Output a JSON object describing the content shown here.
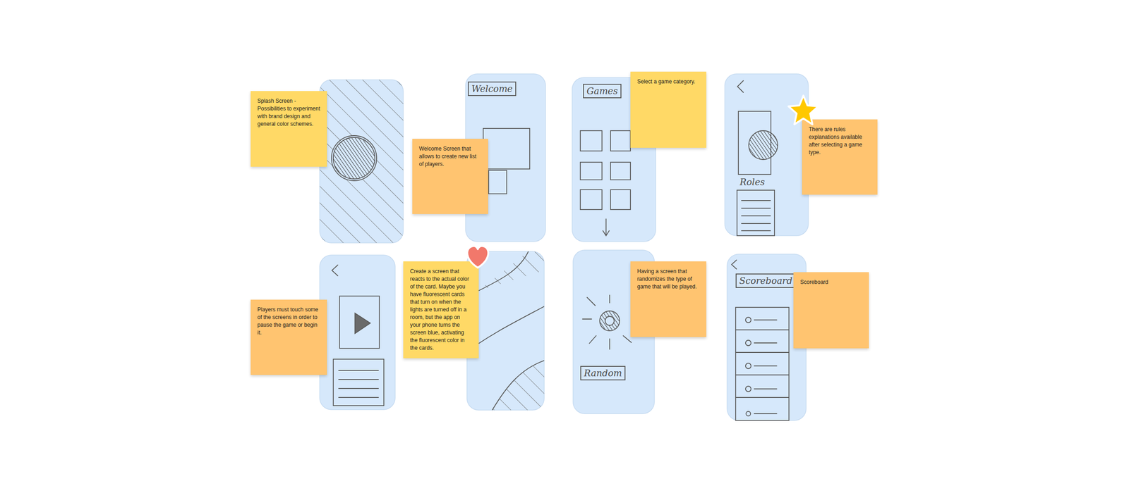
{
  "diagram": {
    "nodes": [
      {
        "text": [
          "Splash Screen - Possibilities to experiment with brand design and general color schemes."
        ]
      },
      {
        "text": [
          "Welcome"
        ]
      },
      {
        "text": [
          "Welcome Screen that allows to create new list of players."
        ]
      },
      {
        "text": [
          "Games"
        ]
      },
      {
        "text": [
          "Select a game category."
        ]
      },
      {
        "text": [
          "There are rules explanations available after selecting a game type."
        ]
      },
      {
        "text": [
          "Players must touch some of the screens in order to pause the game or begin it."
        ]
      },
      {
        "text": [
          "Create a screen that reacts to the actual color of the card. Maybe you have fluorescent cards that turn on when the lights are turned off in a room, but the app on your phone turns the screen blue, activating the fluorescent color in the cards."
        ]
      },
      {
        "text": [
          "Having a screen that randomizes the type of game that will be played."
        ]
      },
      {
        "text": [
          "Random"
        ]
      },
      {
        "text": [
          "Scoreboard"
        ]
      },
      {
        "text": [
          "Scoreboard"
        ]
      }
    ],
    "labels": [
      "Roles"
    ]
  }
}
